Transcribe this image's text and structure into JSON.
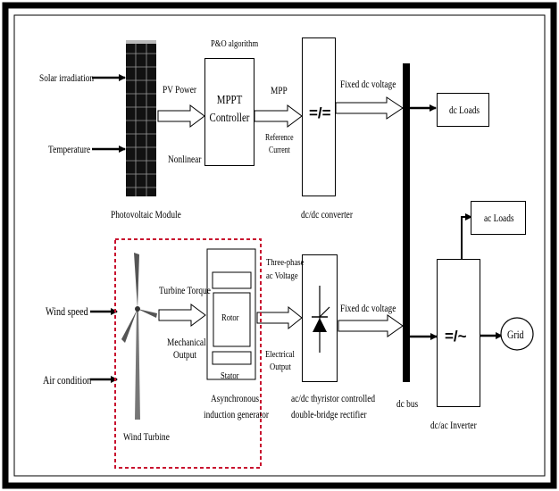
{
  "inputs": {
    "solar": "Solar irradiation",
    "temperature": "Temperature",
    "wind_speed": "Wind speed",
    "air_condition": "Air condition"
  },
  "pv": {
    "module": "Photovoltaic Module",
    "power": "PV Power",
    "nonlinear": "Nonlinear"
  },
  "mppt": {
    "algorithm": "P&O algorithm",
    "line1": "MPPT",
    "line2": "Controller",
    "mpp": "MPP",
    "ref1": "Reference",
    "ref2": "Current"
  },
  "dcdc": {
    "symbol": "=/=",
    "label": "dc/dc converter",
    "fixed": "Fixed dc voltage"
  },
  "wind": {
    "turbine": "Wind Turbine",
    "torque": "Turbine Torque",
    "mech1": "Mechanical",
    "mech2": "Output"
  },
  "generator": {
    "rotor": "Rotor",
    "stator": "Stator",
    "label1": "Asynchronous",
    "label2": "induction generator"
  },
  "rectifier": {
    "three1": "Three-phase",
    "three2": "ac Voltage",
    "elec1": "Electrical",
    "elec2": "Output",
    "label1": "ac/dc thyristor controlled",
    "label2": "double-bridge rectifier",
    "fixed": "Fixed dc voltage"
  },
  "bus": {
    "label": "dc bus"
  },
  "loads": {
    "dc": "dc Loads",
    "ac": "ac Loads"
  },
  "inverter": {
    "symbol": "=/~",
    "label": "dc/ac Inverter"
  },
  "grid": {
    "label": "Grid"
  }
}
